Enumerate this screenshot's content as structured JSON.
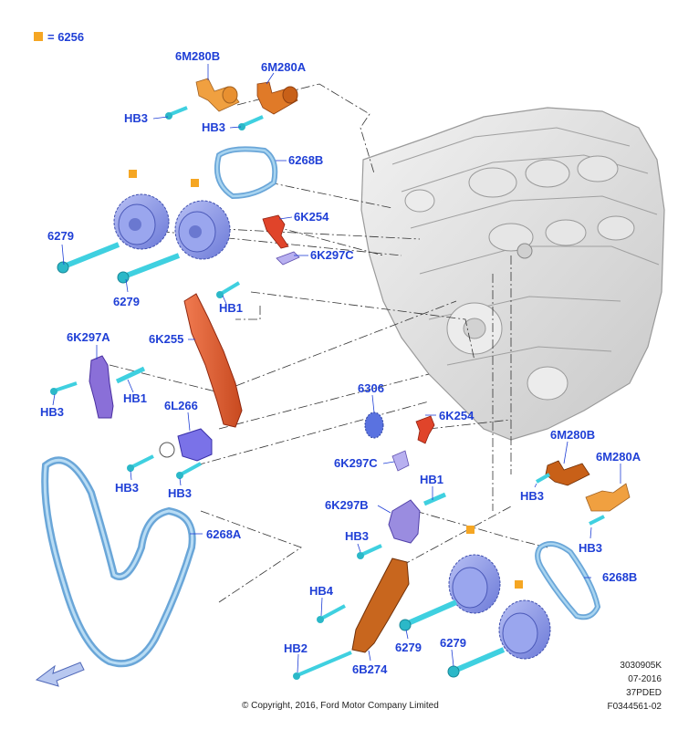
{
  "legend": {
    "symbol_color": "#f5a623",
    "label": "= 6256"
  },
  "parts": {
    "p_6m280b_top": "6M280B",
    "p_6m280a_top": "6M280A",
    "p_hb3_top1": "HB3",
    "p_hb3_top2": "HB3",
    "p_6268b_top": "6268B",
    "p_6279_a": "6279",
    "p_6279_b": "6279",
    "p_6k254_top": "6K254",
    "p_6k297c_top": "6K297C",
    "p_hb1_top": "HB1",
    "p_6k297a": "6K297A",
    "p_6k255": "6K255",
    "p_hb1_left": "HB1",
    "p_hb3_left": "HB3",
    "p_6l266": "6L266",
    "p_hb3_l1": "HB3",
    "p_hb3_l2": "HB3",
    "p_6268a": "6268A",
    "p_6306": "6306",
    "p_6k254_bot": "6K254",
    "p_6k297c_bot": "6K297C",
    "p_hb1_bot": "HB1",
    "p_6k297b": "6K297B",
    "p_hb3_mid": "HB3",
    "p_hb4": "HB4",
    "p_hb2": "HB2",
    "p_6b274": "6B274",
    "p_6279_c": "6279",
    "p_6279_d": "6279",
    "p_6m280b_bot": "6M280B",
    "p_6m280a_bot": "6M280A",
    "p_hb3_r1": "HB3",
    "p_hb3_r2": "HB3",
    "p_6268b_bot": "6268B"
  },
  "footer": {
    "copyright": "© Copyright, 2016, Ford Motor Company Limited",
    "ref1": "3030905K",
    "ref2": "07-2016",
    "ref3": "37PDED",
    "ref4": "F0344561-02"
  },
  "colors": {
    "label": "#1f3fd6",
    "orange": "#e07a28",
    "orange_light": "#f0a040",
    "red": "#e0442a",
    "blue_gear": "#8a96e8",
    "purple": "#8a6fd8",
    "cyan": "#3fd0e0",
    "belt": "#7fb8e0",
    "engine": "#d8d8d8"
  }
}
